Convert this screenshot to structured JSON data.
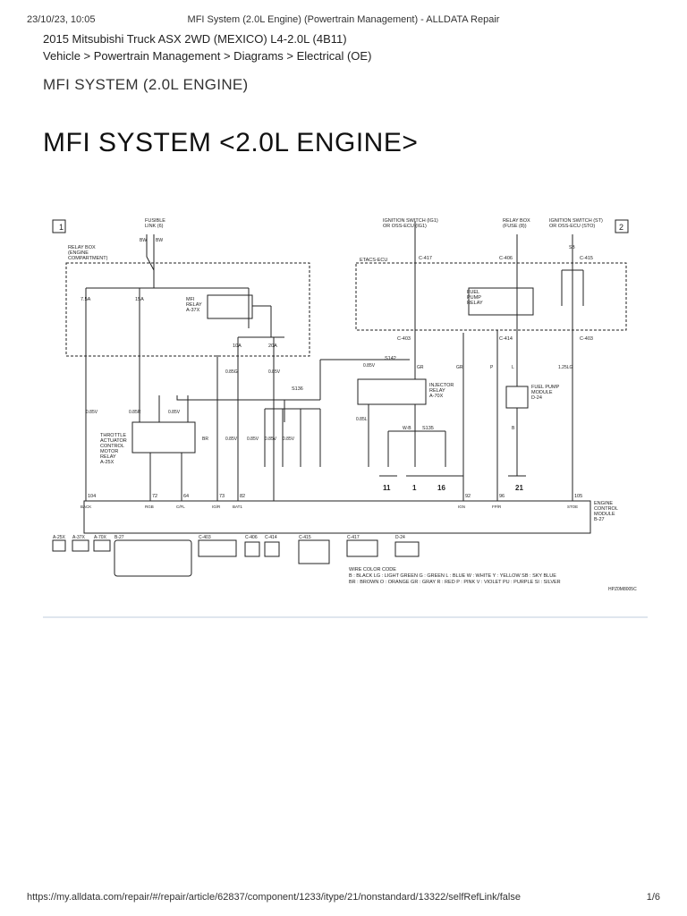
{
  "header": {
    "datetime": "23/10/23, 10:05",
    "tab_title": "MFI System (2.0L Engine) (Powertrain Management) - ALLDATA Repair"
  },
  "vehicle": "2015 Mitsubishi Truck ASX 2WD (MEXICO) L4-2.0L (4B11)",
  "breadcrumb": "Vehicle > Powertrain Management > Diagrams > Electrical (OE)",
  "subtitle": "MFI SYSTEM (2.0L ENGINE)",
  "heading": "MFI SYSTEM <2.0L ENGINE>",
  "diagram": {
    "frame_left": "1",
    "frame_right": "2",
    "fusible_link": "FUSIBLE\nLINK (6)",
    "relay_box_engine": "RELAY BOX\n(ENGINE\nCOMPARTMENT)",
    "ign_switch_ig1": "IGNITION SWITCH (IG1)\nOR OSS-ECU (IG1)",
    "relay_box_fuse": "RELAY BOX\n(FUSE (8))",
    "ign_switch_st": "IGNITION SWITCH (ST)\nOR OSS-ECU (STO)",
    "etacs": "ETACS-ECU",
    "fuel_pump_relay": "FUEL\nPUMP\nRELAY",
    "mfi_relay": "MFI\nRELAY\nA-37X",
    "injector_relay": "INJECTOR\nRELAY\nA-70X",
    "fuel_pump_module": "FUEL PUMP\nMODULE\nD-24",
    "throttle_relay": "THROTTLE\nACTUATOR\nCONTROL\nMOTOR\nRELAY\nA-25X",
    "ecm": "ENGINE\nCONTROL\nMODULE\nB-27",
    "fuse_75a": "7.5A",
    "fuse_15a": "15A",
    "fuse_10a": "10A",
    "fuse_20a": "20A",
    "conn_c417": "C-417",
    "conn_c406": "C-406",
    "conn_c415": "C-415",
    "conn_c403a": "C-403",
    "conn_c414": "C-414",
    "conn_c403b": "C-403",
    "splice_s136": "S136",
    "splice_s142": "S142",
    "splice_s135": "S135",
    "ground_11": "11",
    "ground_1": "1",
    "ground_16": "16",
    "ground_21": "21",
    "ecm_pins": [
      "104",
      "72",
      "64",
      "73",
      "82",
      "92",
      "96",
      "105"
    ],
    "ecm_pin_names": [
      "BACK",
      "RGB",
      "C/FL",
      "IG/R",
      "BAT1",
      "IGN",
      "FP/R",
      "STOE"
    ],
    "wire_labels": [
      "BW",
      "BW",
      "0.85G",
      "0.85V",
      "0.85V",
      "0.85V",
      "0.85R",
      "0.85V",
      "BR",
      "0.85V",
      "0.85V",
      "0.85V",
      "0.85V",
      "0.85L",
      "GR",
      "GR",
      "P",
      "L",
      "1.25LG",
      "SB",
      "B",
      "W-B"
    ],
    "conn_strip": [
      "A-25X",
      "A-37X",
      "A-70X",
      "B-27",
      "C-403",
      "C-406",
      "C-414",
      "C-415",
      "C-417",
      "D-24"
    ],
    "legend_title": "WIRE COLOR CODE",
    "legend_line1": "B : BLACK   LG : LIGHT GREEN   G : GREEN   L : BLUE   W : WHITE   Y : YELLOW   SB : SKY BLUE",
    "legend_line2": "BR : BROWN   O : ORANGE   GR : GRAY   R : RED   P : PINK   V : VIOLET   PU : PURPLE   SI : SILVER",
    "figure_id": "HPZ0M8005C"
  },
  "footer": {
    "url": "https://my.alldata.com/repair/#/repair/article/62837/component/1233/itype/21/nonstandard/13322/selfRefLink/false",
    "page": "1/6"
  }
}
